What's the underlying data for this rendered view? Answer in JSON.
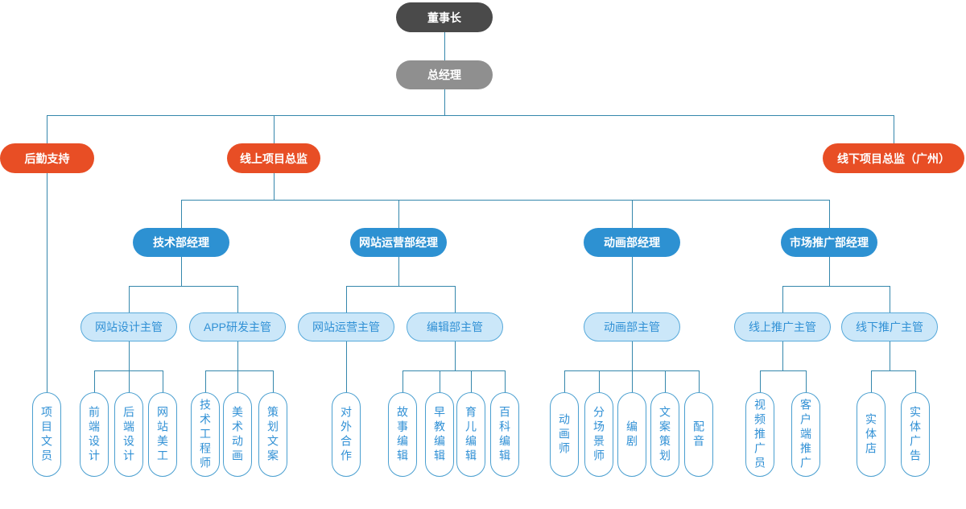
{
  "colors": {
    "level1": "#4a4a4a",
    "level2": "#8f8f8f",
    "director": "#e84e25",
    "manager": "#2d91d2",
    "supervisor_fill": "#cbe7f9",
    "supervisor_border": "#57a9da",
    "staff_border": "#4a9fd0",
    "text_blue": "#3090d5",
    "connector": "#3587ac"
  },
  "tree": {
    "label": "董事长",
    "children": [
      {
        "label": "总经理",
        "children": [
          {
            "label": "后勤支持",
            "children": [
              {
                "label": "项目文员"
              }
            ]
          },
          {
            "label": "线上项目总监",
            "children": [
              {
                "label": "技术部经理",
                "children": [
                  {
                    "label": "网站设计主管",
                    "children": [
                      {
                        "label": "前端设计"
                      },
                      {
                        "label": "后端设计"
                      },
                      {
                        "label": "网站美工"
                      }
                    ]
                  },
                  {
                    "label": "APP研发主管",
                    "children": [
                      {
                        "label": "技术工程师"
                      },
                      {
                        "label": "美术动画"
                      },
                      {
                        "label": "策划文案"
                      }
                    ]
                  }
                ]
              },
              {
                "label": "网站运营部经理",
                "children": [
                  {
                    "label": "网站运营主管",
                    "children": [
                      {
                        "label": "对外合作"
                      }
                    ]
                  },
                  {
                    "label": "编辑部主管",
                    "children": [
                      {
                        "label": "故事编辑"
                      },
                      {
                        "label": "早教编辑"
                      },
                      {
                        "label": "育儿编辑"
                      },
                      {
                        "label": "百科编辑"
                      }
                    ]
                  }
                ]
              },
              {
                "label": "动画部经理",
                "children": [
                  {
                    "label": "动画部主管",
                    "children": [
                      {
                        "label": "动画师"
                      },
                      {
                        "label": "分场景师"
                      },
                      {
                        "label": "编剧"
                      },
                      {
                        "label": "文案策划"
                      },
                      {
                        "label": "配音"
                      }
                    ]
                  }
                ]
              },
              {
                "label": "市场推广部经理",
                "children": [
                  {
                    "label": "线上推广主管",
                    "children": [
                      {
                        "label": "视频推广员"
                      },
                      {
                        "label": "客户端推广"
                      }
                    ]
                  },
                  {
                    "label": "线下推广主管",
                    "children": [
                      {
                        "label": "实体店"
                      },
                      {
                        "label": "实体广告"
                      }
                    ]
                  }
                ]
              }
            ]
          },
          {
            "label": "线下项目总监（广州）"
          }
        ]
      }
    ]
  }
}
